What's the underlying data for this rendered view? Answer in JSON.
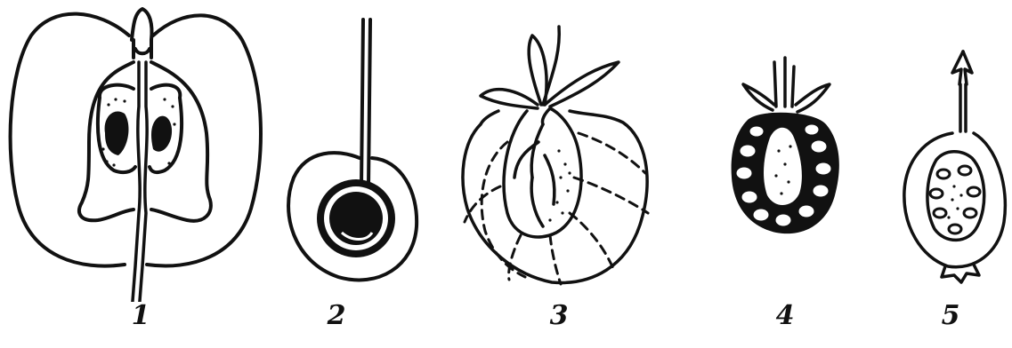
{
  "colors": {
    "ink": "#111111",
    "paper": "#ffffff"
  },
  "figures": [
    {
      "label": "1",
      "icon": "pear-cross-section-icon"
    },
    {
      "label": "2",
      "icon": "cherry-cross-section-icon"
    },
    {
      "label": "3",
      "icon": "strawberry-cross-section-icon"
    },
    {
      "label": "4",
      "icon": "raspberry-cross-section-icon"
    },
    {
      "label": "5",
      "icon": "rosehip-cross-section-icon"
    }
  ]
}
